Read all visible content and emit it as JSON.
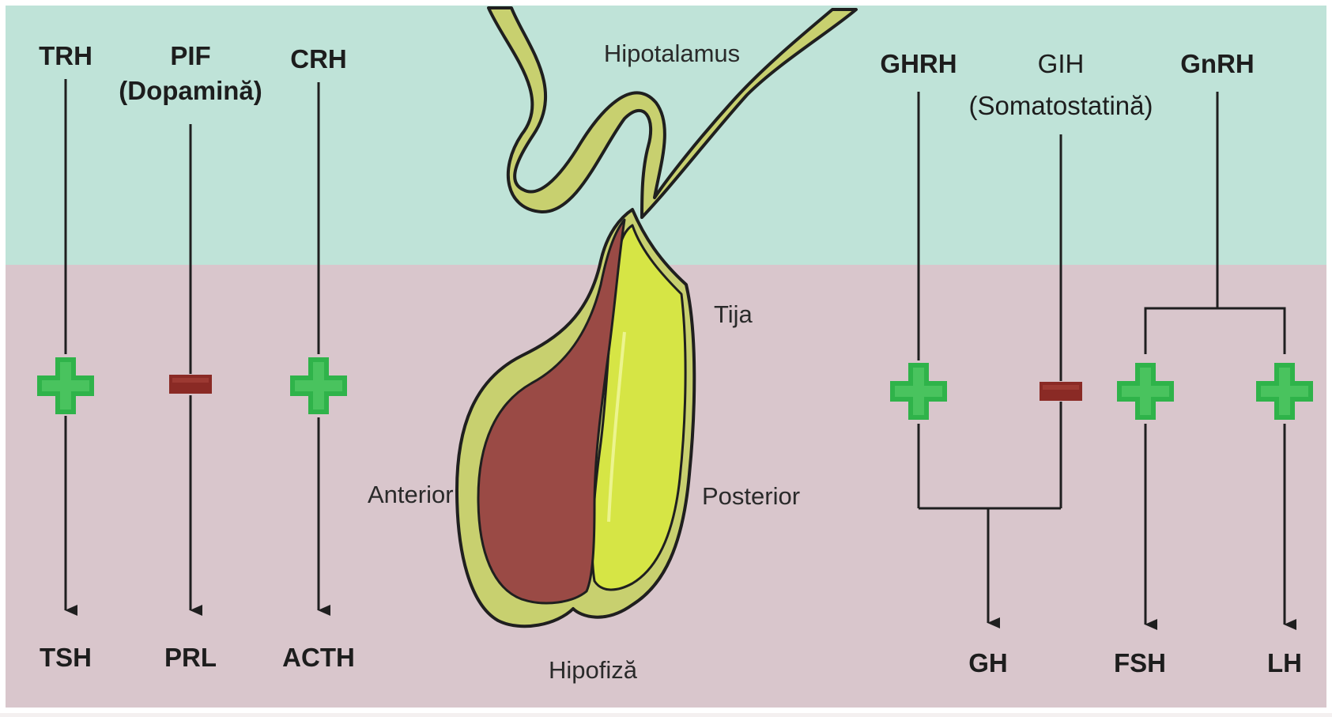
{
  "colors": {
    "top_band": "#bfe3d8",
    "bottom_band": "#d9c6cc",
    "ink": "#1f1f1f",
    "plus": "#2fb34a",
    "minus": "#8a2a25",
    "stalk": "#c8d06f",
    "anterior_lobe": "#9a4a45",
    "posterior_lobe": "#d6e545"
  },
  "labels": {
    "hypothalamus": "Hipotalamus",
    "stalk": "Tija",
    "anterior": "Anterior",
    "posterior": "Posterior",
    "pituitary": "Hipofiză"
  },
  "left_pathways": [
    {
      "hormone": "TRH",
      "subtitle": "",
      "effect": "+",
      "target": "TSH"
    },
    {
      "hormone": "PIF",
      "subtitle": "(Dopamină)",
      "effect": "−",
      "target": "PRL"
    },
    {
      "hormone": "CRH",
      "subtitle": "",
      "effect": "+",
      "target": "ACTH"
    }
  ],
  "right_pathways": {
    "growth": {
      "stimulator": {
        "hormone": "GHRH",
        "effect": "+"
      },
      "inhibitor": {
        "hormone": "GIH",
        "subtitle": "(Somatostatină)",
        "effect": "−"
      },
      "target": "GH"
    },
    "gonadal": {
      "hormone": "GnRH",
      "branches": [
        {
          "effect": "+",
          "target": "FSH"
        },
        {
          "effect": "+",
          "target": "LH"
        }
      ]
    }
  }
}
